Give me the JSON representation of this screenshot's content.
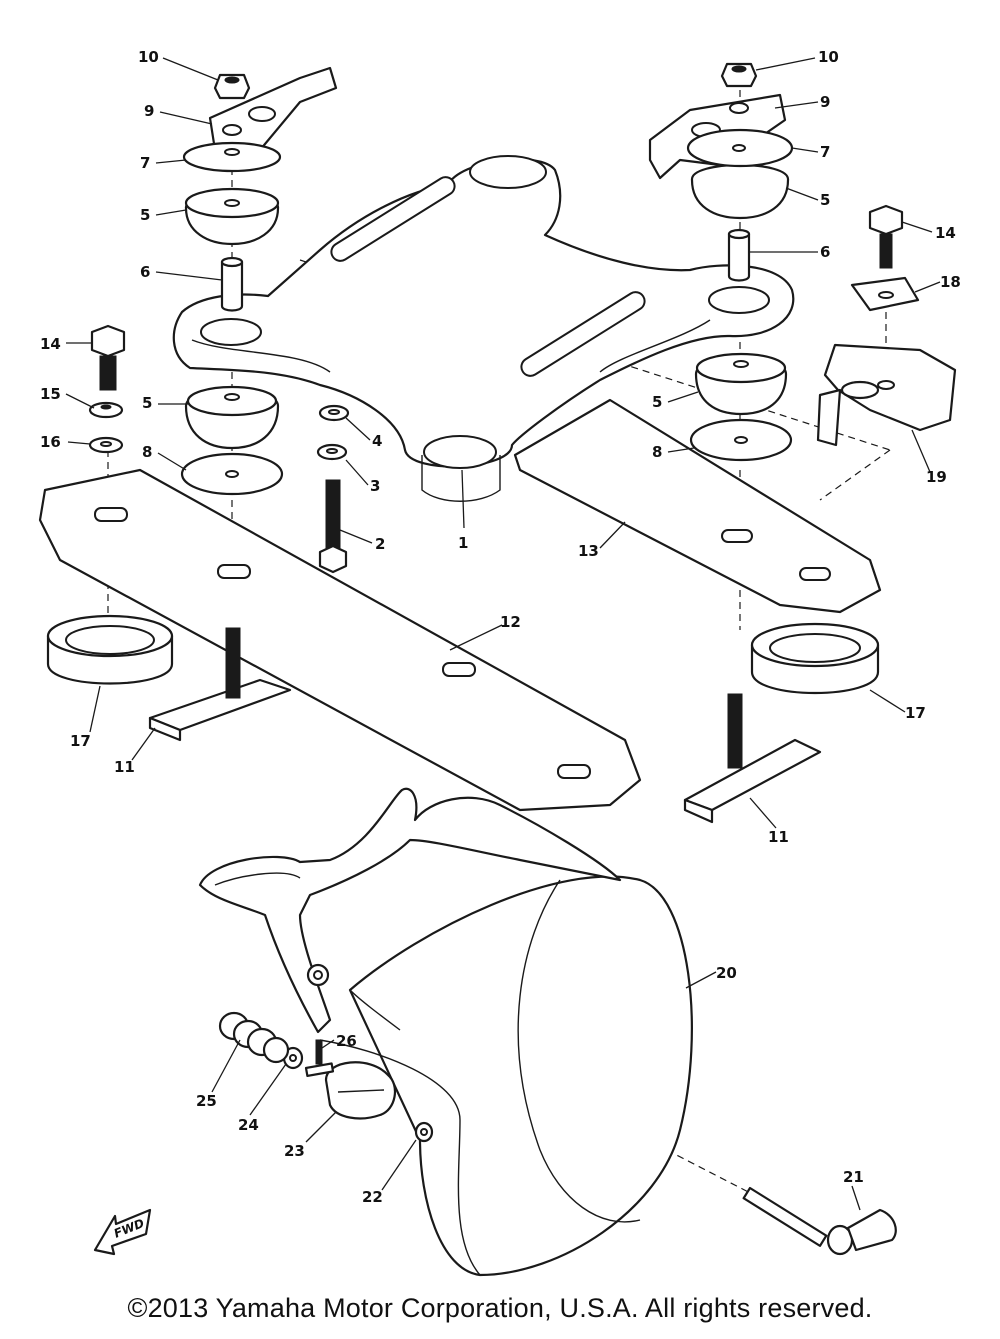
{
  "diagram": {
    "callouts": {
      "c1": "1",
      "c2": "2",
      "c3": "3",
      "c4": "4",
      "c5a": "5",
      "c5b": "5",
      "c5c": "5",
      "c5d": "5",
      "c6a": "6",
      "c6b": "6",
      "c7a": "7",
      "c7b": "7",
      "c8a": "8",
      "c8b": "8",
      "c9a": "9",
      "c9b": "9",
      "c10a": "10",
      "c10b": "10",
      "c11a": "11",
      "c11b": "11",
      "c12": "12",
      "c13": "13",
      "c14a": "14",
      "c14b": "14",
      "c15": "15",
      "c16": "16",
      "c17a": "17",
      "c17b": "17",
      "c18": "18",
      "c19": "19",
      "c20": "20",
      "c21": "21",
      "c22": "22",
      "c23": "23",
      "c24": "24",
      "c25": "25",
      "c26": "26"
    },
    "fwd_label": "FWD"
  },
  "footer": {
    "copyright": "©2013 Yamaha Motor Corporation, U.S.A. All rights reserved."
  }
}
